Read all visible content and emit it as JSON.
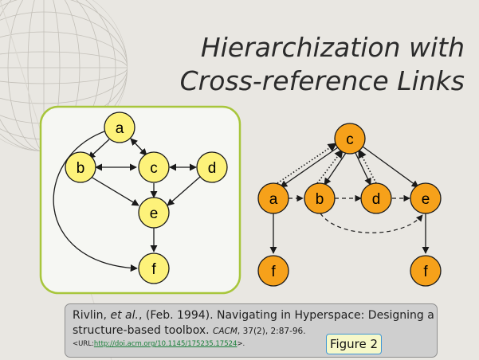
{
  "slide": {
    "title_line1": "Hierarchization with",
    "title_line2": "Cross-reference Links"
  },
  "left_graph": {
    "nodes": [
      "a",
      "b",
      "c",
      "d",
      "e",
      "f"
    ],
    "fill_color": "#fdf27a",
    "frame_color": "#a8c63c"
  },
  "right_graph": {
    "nodes": [
      "c",
      "a",
      "b",
      "d",
      "e",
      "f",
      "f"
    ],
    "fill_color": "#f6a11a"
  },
  "citation": {
    "authors": "Rivlin,",
    "et_al": "et al.",
    "after_authors": ", (Feb. 1994). Navigating in Hyperspace: Designing a",
    "line2_start": "structure-based toolbox.",
    "journal": "CACM",
    "volume_info": ", 37(2), 2:87-96.",
    "url_prefix": "<URL:",
    "url": "http://doi.acm.org/10.1145/175235.17524",
    "url_suffix": ">."
  },
  "figure_label": "Figure 2"
}
